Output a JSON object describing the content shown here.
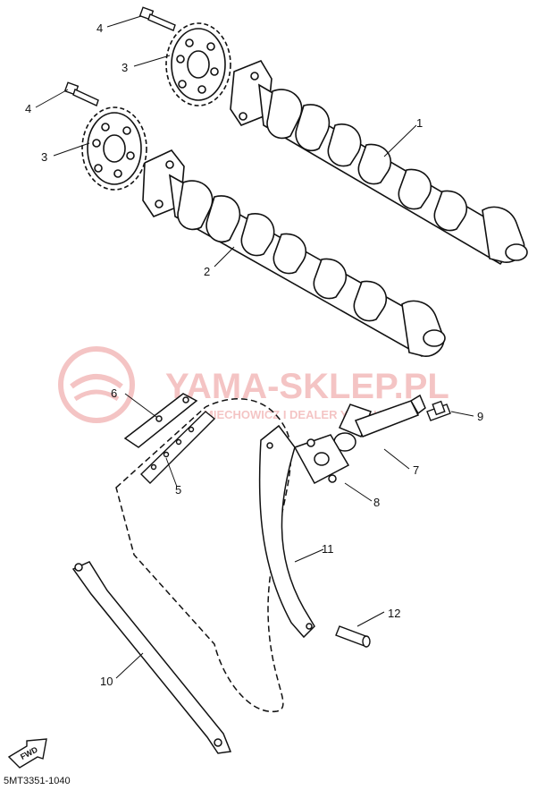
{
  "diagram": {
    "catalog_code": "5MT3351-1040",
    "fwd_label": "FWD",
    "watermark": {
      "text": "YAMA-SKLEP.PL",
      "subtext": "MIECHOWICZ I DEALER YAMAHA",
      "color": "#e05a5a"
    },
    "callouts": [
      {
        "id": "1",
        "label": "1"
      },
      {
        "id": "2",
        "label": "2"
      },
      {
        "id": "3a",
        "label": "3"
      },
      {
        "id": "3b",
        "label": "3"
      },
      {
        "id": "4a",
        "label": "4"
      },
      {
        "id": "4b",
        "label": "4"
      },
      {
        "id": "5",
        "label": "5"
      },
      {
        "id": "6",
        "label": "6"
      },
      {
        "id": "7",
        "label": "7"
      },
      {
        "id": "8",
        "label": "8"
      },
      {
        "id": "9",
        "label": "9"
      },
      {
        "id": "10",
        "label": "10"
      },
      {
        "id": "11",
        "label": "11"
      },
      {
        "id": "12",
        "label": "12"
      }
    ]
  }
}
